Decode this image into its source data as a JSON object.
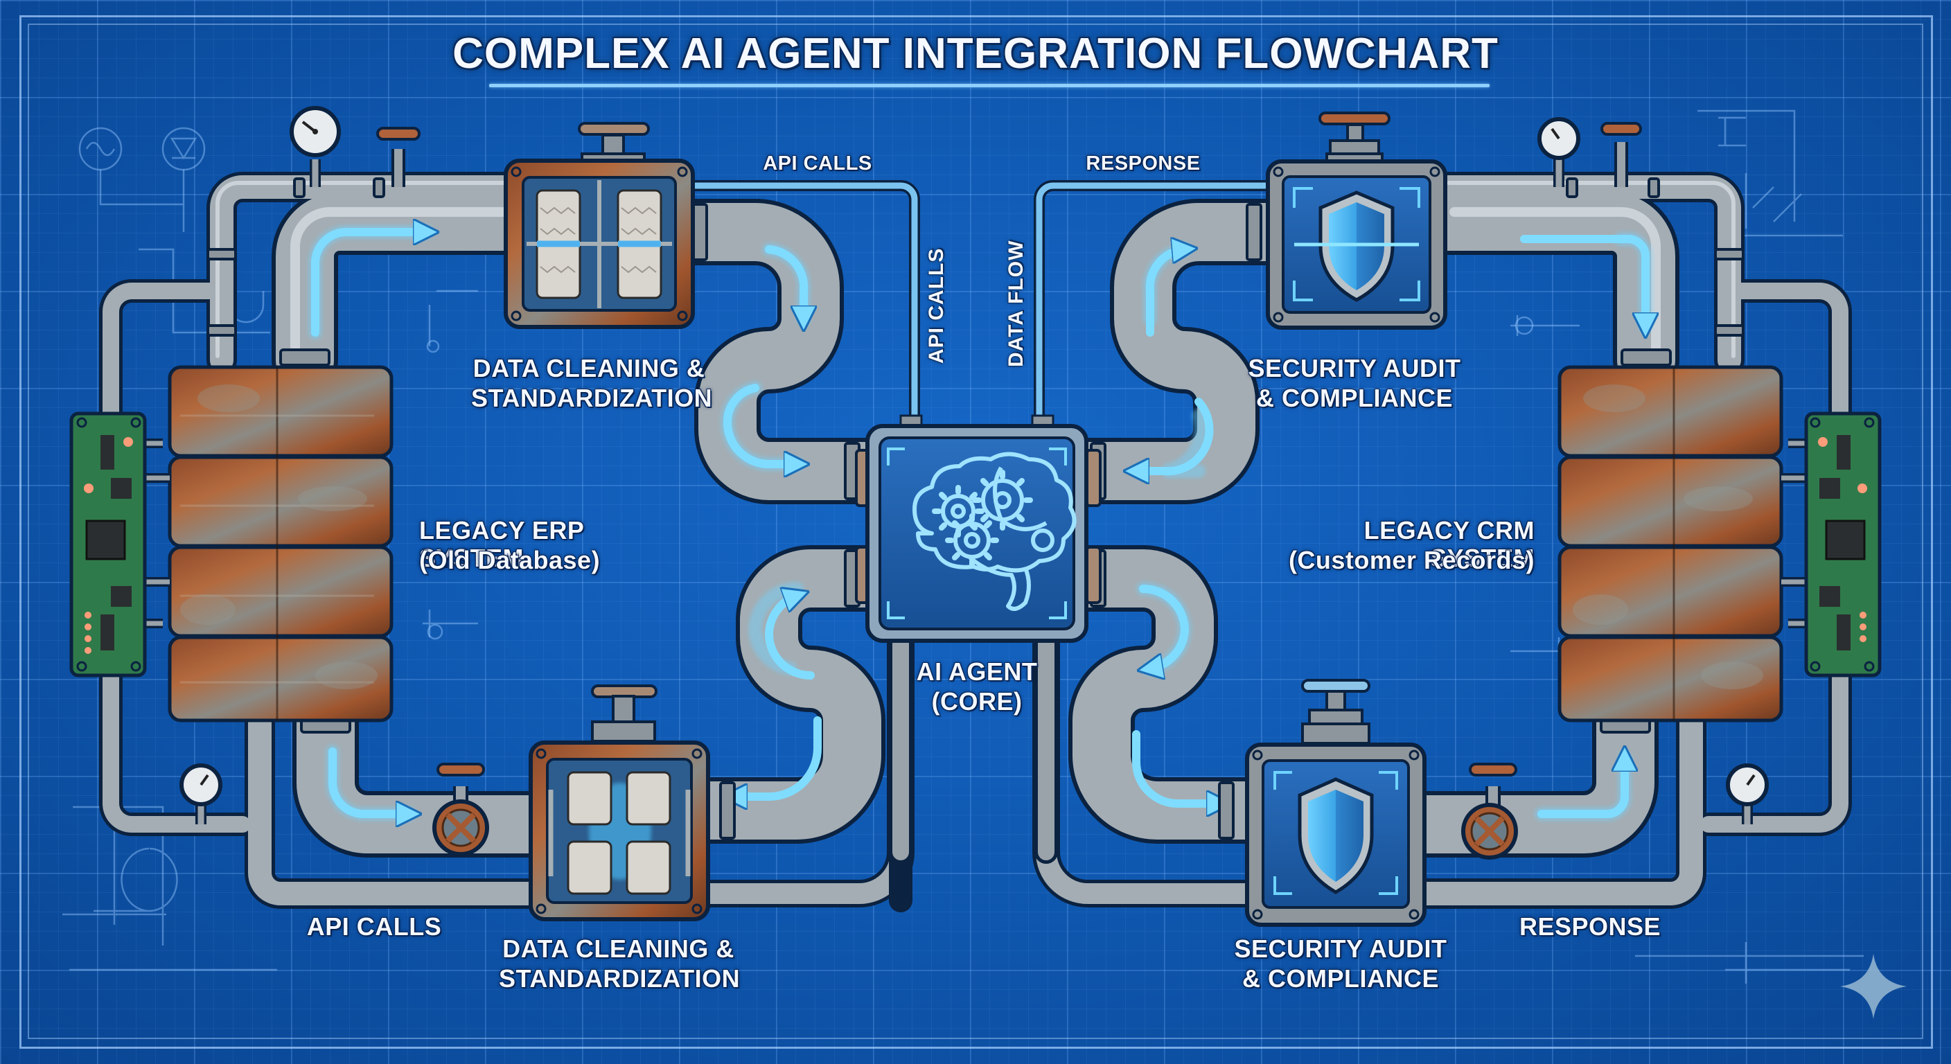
{
  "title": "COMPLEX AI AGENT INTEGRATION FLOWCHART",
  "colors": {
    "background": "#0e56ad",
    "grid": "#78b4ff",
    "flow_arrow": "#6fd3ff",
    "pipe_steel": "#9aa3aa",
    "rust": "#a0562e",
    "circuit_board": "#2f7a4a",
    "core_screen": "#1f5ea8",
    "label_text": "#f4f8ff"
  },
  "nodes": {
    "ai_core": {
      "label_line1": "AI AGENT",
      "label_line2": "(CORE)",
      "icon": "brain-gears-icon"
    },
    "legacy_erp": {
      "label_line1": "LEGACY ERP SYSTEM",
      "label_line2": "(Old Database)",
      "icon": "rusty-tank-icon"
    },
    "legacy_crm": {
      "label_line1": "LEGACY CRM SYSTEM",
      "label_line2": "(Customer Records)",
      "icon": "rusty-tank-icon"
    },
    "cleaning_top": {
      "label_line1": "DATA CLEANING &",
      "label_line2": "STANDARDIZATION",
      "icon": "brush-filter-icon"
    },
    "cleaning_bottom": {
      "label_line1": "DATA CLEANING &",
      "label_line2": "STANDARDIZATION",
      "icon": "brush-filter-icon"
    },
    "security_top": {
      "label_line1": "SECURITY AUDIT",
      "label_line2": "& COMPLIANCE",
      "icon": "shield-icon"
    },
    "security_bottom": {
      "label_line1": "SECURITY AUDIT",
      "label_line2": "& COMPLIANCE",
      "icon": "shield-icon"
    }
  },
  "edge_labels": {
    "top_api_calls": "API CALLS",
    "top_response": "RESPONSE",
    "vertical_api_calls": "API CALLS",
    "vertical_data_flow": "DATA FLOW",
    "bottom_api_calls": "API CALLS",
    "bottom_response": "RESPONSE"
  },
  "decorations": {
    "gauges": [
      "pressure-gauge-icon",
      "pressure-gauge-icon",
      "pressure-gauge-icon",
      "pressure-gauge-icon"
    ],
    "valves": [
      "valve-handle-icon",
      "valve-handle-icon",
      "valve-wheel-icon",
      "valve-wheel-icon"
    ],
    "circuit_boards": [
      "circuit-board-left",
      "circuit-board-right"
    ],
    "corner_mark": "sparkle-icon"
  }
}
